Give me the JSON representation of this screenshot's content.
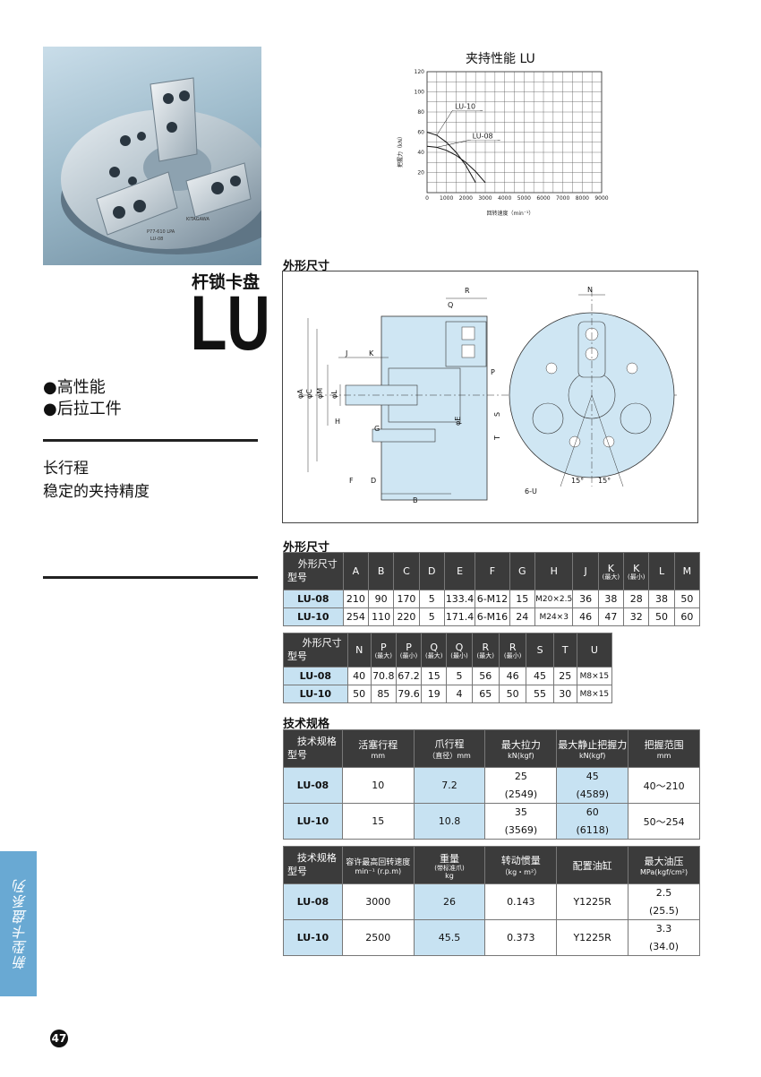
{
  "title": {
    "subtitle": "杆锁卡盘",
    "model": "LU"
  },
  "bullets": [
    "●高性能",
    "●后拉工件"
  ],
  "features": [
    "长行程",
    "稳定的夹持精度"
  ],
  "side_tab": "新型卡盘系列",
  "page_number": "47",
  "photo": {
    "engraving_1": "P77-610 LPA",
    "engraving_2": "LU-08",
    "engraving_3": "KITAGAWA"
  },
  "chart_data": {
    "type": "line",
    "title": "夹持性能 LU",
    "xlabel": "回转速度（min⁻¹）",
    "ylabel": "把握力（kN）",
    "xlim": [
      0,
      9000
    ],
    "ylim": [
      0,
      120
    ],
    "xticks": [
      "0",
      "1000",
      "2000",
      "3000",
      "4000",
      "5000",
      "6000",
      "7000",
      "8000",
      "9000"
    ],
    "yticks": [
      "20",
      "40",
      "60",
      "80",
      "100",
      "120"
    ],
    "grid": true,
    "series": [
      {
        "name": "LU-10",
        "x": [
          0,
          500,
          1000,
          1500,
          2000,
          2500
        ],
        "y": [
          60,
          57,
          50,
          40,
          27,
          10
        ]
      },
      {
        "name": "LU-08",
        "x": [
          0,
          500,
          1000,
          1500,
          2000,
          2500,
          3000
        ],
        "y": [
          46,
          45,
          42,
          37,
          30,
          21,
          10
        ]
      }
    ]
  },
  "sections": {
    "outline": "外形尺寸",
    "outline_table": "外形尺寸",
    "spec": "技术规格"
  },
  "drawing": {
    "labels": [
      "R",
      "Q",
      "N",
      "J",
      "K",
      "P",
      "φA",
      "φC",
      "φM",
      "φL",
      "H",
      "G",
      "φE",
      "S",
      "T",
      "F",
      "D",
      "B",
      "6-U",
      "15°",
      "15°"
    ]
  },
  "dim_table1": {
    "header_top": "外形尺寸",
    "header_bottom": "型号",
    "columns": [
      {
        "label": "A",
        "sub": ""
      },
      {
        "label": "B",
        "sub": ""
      },
      {
        "label": "C",
        "sub": ""
      },
      {
        "label": "D",
        "sub": ""
      },
      {
        "label": "E",
        "sub": ""
      },
      {
        "label": "F",
        "sub": ""
      },
      {
        "label": "G",
        "sub": ""
      },
      {
        "label": "H",
        "sub": ""
      },
      {
        "label": "J",
        "sub": ""
      },
      {
        "label": "K",
        "sub": "(最大)"
      },
      {
        "label": "K",
        "sub": "(最小)"
      },
      {
        "label": "L",
        "sub": ""
      },
      {
        "label": "M",
        "sub": ""
      }
    ],
    "rows": [
      {
        "model": "LU-08",
        "values": [
          "210",
          "90",
          "170",
          "5",
          "133.4",
          "6-M12",
          "15",
          "M20×2.5",
          "36",
          "38",
          "28",
          "38",
          "50"
        ]
      },
      {
        "model": "LU-10",
        "values": [
          "254",
          "110",
          "220",
          "5",
          "171.4",
          "6-M16",
          "24",
          "M24×3",
          "46",
          "47",
          "32",
          "50",
          "60"
        ]
      }
    ]
  },
  "dim_table2": {
    "header_top": "外形尺寸",
    "header_bottom": "型号",
    "columns": [
      {
        "label": "N",
        "sub": ""
      },
      {
        "label": "P",
        "sub": "(最大)"
      },
      {
        "label": "P",
        "sub": "(最小)"
      },
      {
        "label": "Q",
        "sub": "(最大)"
      },
      {
        "label": "Q",
        "sub": "(最小)"
      },
      {
        "label": "R",
        "sub": "(最大)"
      },
      {
        "label": "R",
        "sub": "(最小)"
      },
      {
        "label": "S",
        "sub": ""
      },
      {
        "label": "T",
        "sub": ""
      },
      {
        "label": "U",
        "sub": ""
      }
    ],
    "rows": [
      {
        "model": "LU-08",
        "values": [
          "40",
          "70.8",
          "67.2",
          "15",
          "5",
          "56",
          "46",
          "45",
          "25",
          "M8×15"
        ]
      },
      {
        "model": "LU-10",
        "values": [
          "50",
          "85",
          "79.6",
          "19",
          "4",
          "65",
          "50",
          "55",
          "30",
          "M8×15"
        ]
      }
    ]
  },
  "spec_table1": {
    "header_top": "技术规格",
    "header_bottom": "型号",
    "columns": [
      {
        "label": "活塞行程",
        "unit": "mm"
      },
      {
        "label": "爪行程",
        "unit": "（直径）mm"
      },
      {
        "label": "最大拉力",
        "unit": "kN(kgf)"
      },
      {
        "label": "最大静止把握力",
        "unit": "kN(kgf)"
      },
      {
        "label": "把握范围",
        "unit": "mm"
      }
    ],
    "rows": [
      {
        "model": "LU-08",
        "stroke": "10",
        "jaw": "7.2",
        "pull_kn": "25",
        "pull_kgf": "(2549)",
        "grip_kn": "45",
        "grip_kgf": "(4589)",
        "range": "40～210"
      },
      {
        "model": "LU-10",
        "stroke": "15",
        "jaw": "10.8",
        "pull_kn": "35",
        "pull_kgf": "(3569)",
        "grip_kn": "60",
        "grip_kgf": "(6118)",
        "range": "50～254"
      }
    ]
  },
  "spec_table2": {
    "header_top": "技术规格",
    "header_bottom": "型号",
    "columns": [
      {
        "label": "容许最高回转速度",
        "unit": "min⁻¹ (r.p.m)"
      },
      {
        "label": "重量",
        "sub": "(带标准爪)",
        "unit": "kg"
      },
      {
        "label": "转动惯量",
        "unit": "（kg・m²）"
      },
      {
        "label": "配置油缸",
        "unit": ""
      },
      {
        "label": "最大油压",
        "unit": "MPa(kgf/cm²)"
      }
    ],
    "rows": [
      {
        "model": "LU-08",
        "speed": "3000",
        "weight": "26",
        "inertia": "0.143",
        "cylinder": "Y1225R",
        "pressure": "2.5",
        "pressure_kgf": "(25.5)"
      },
      {
        "model": "LU-10",
        "speed": "2500",
        "weight": "45.5",
        "inertia": "0.373",
        "cylinder": "Y1225R",
        "pressure": "3.3",
        "pressure_kgf": "(34.0)"
      }
    ]
  }
}
